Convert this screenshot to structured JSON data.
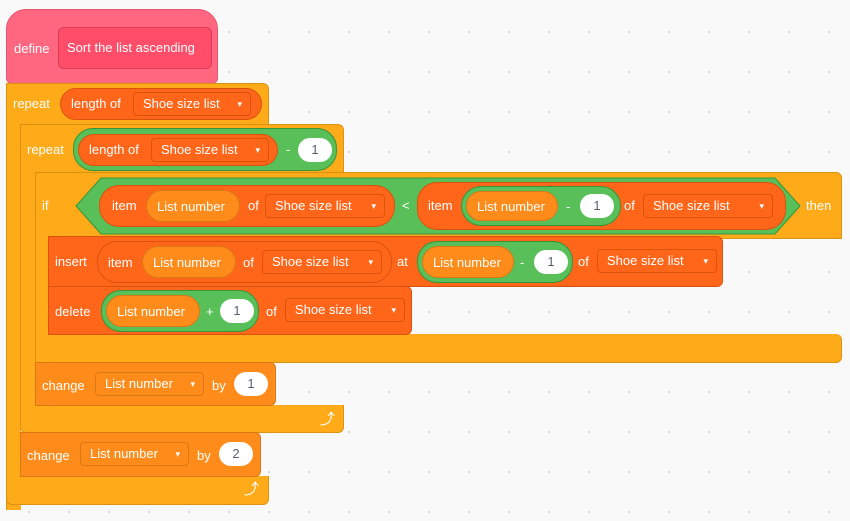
{
  "define": {
    "keyword": "define",
    "name": "Sort the list ascending"
  },
  "repeat_outer": {
    "keyword": "repeat",
    "reporter": "length of",
    "list": "Shoe size list",
    "loop_icon": "loop-arrow-icon"
  },
  "repeat_inner": {
    "keyword": "repeat",
    "reporter": "length of",
    "list": "Shoe size list",
    "minus": "-",
    "value": "1",
    "loop_icon": "loop-arrow-icon"
  },
  "if_block": {
    "keyword": "if",
    "then": "then",
    "left": {
      "item": "item",
      "index_var": "List number",
      "of": "of",
      "list": "Shoe size list"
    },
    "operator": "<",
    "right": {
      "item": "item",
      "index_var": "List number",
      "minus": "-",
      "value": "1",
      "of": "of",
      "list": "Shoe size list"
    }
  },
  "insert_block": {
    "keyword": "insert",
    "item": "item",
    "index_var": "List number",
    "of": "of",
    "list": "Shoe size list",
    "at": "at",
    "at_var": "List number",
    "minus": "-",
    "value": "1",
    "of2": "of",
    "list2": "Shoe size list"
  },
  "delete_block": {
    "keyword": "delete",
    "index_var": "List number",
    "plus": "+",
    "value": "1",
    "of": "of",
    "list": "Shoe size list"
  },
  "change_inner": {
    "keyword": "change",
    "var": "List number",
    "by": "by",
    "value": "1"
  },
  "change_outer": {
    "keyword": "change",
    "var": "List number",
    "by": "by",
    "value": "2"
  },
  "caret": "▾",
  "colors": {
    "control": "#ffab19",
    "operators": "#59c059",
    "lists": "#ff661a",
    "variables": "#ff8c1a",
    "my_blocks": "#ff6680"
  }
}
